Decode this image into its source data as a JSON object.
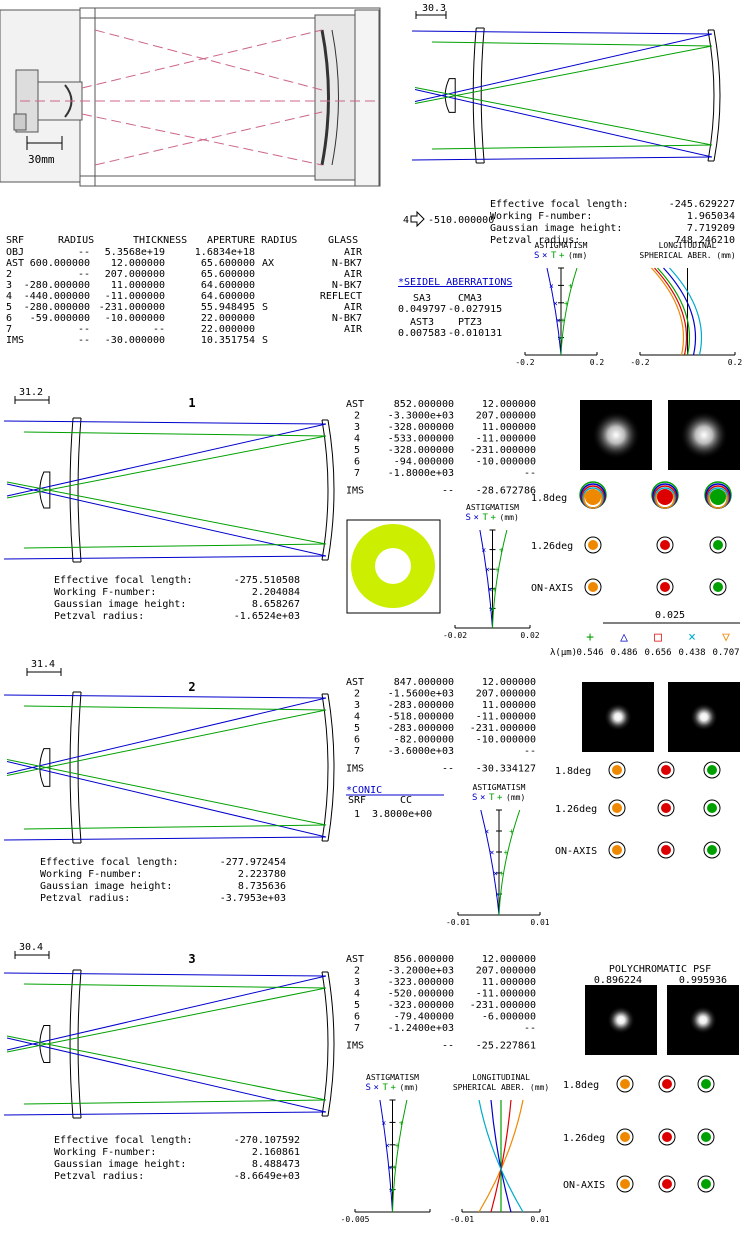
{
  "top": {
    "scale_label": "30mm",
    "ray_scale": "30.3",
    "object_arrow_value": "-510.000000",
    "object_arrow_num": "4",
    "summary": [
      {
        "label": "Effective focal length:",
        "value": "-245.629227"
      },
      {
        "label": "Working F-number:",
        "value": "1.965034"
      },
      {
        "label": "Gaussian image height:",
        "value": "7.719209"
      },
      {
        "label": "Petzval radius:",
        "value": "748.246210"
      }
    ],
    "table_header": [
      "SRF",
      "RADIUS",
      "THICKNESS",
      "APERTURE RADIUS",
      "GLASS"
    ],
    "table_rows": [
      [
        "OBJ",
        "--",
        "5.3568e+19",
        "1.6834e+18",
        "",
        "AIR"
      ],
      [
        "AST",
        "600.000000",
        "12.000000",
        "65.600000",
        "AX",
        "N-BK7"
      ],
      [
        "2",
        "--",
        "207.000000",
        "65.600000",
        "",
        "AIR"
      ],
      [
        "3",
        "-280.000000",
        "11.000000",
        "64.600000",
        "",
        "N-BK7"
      ],
      [
        "4",
        "-440.000000",
        "-11.000000",
        "64.600000",
        "",
        "REFLECT"
      ],
      [
        "5",
        "-280.000000",
        "-231.000000",
        "55.948495",
        "S",
        "AIR"
      ],
      [
        "6",
        "-59.000000",
        "-10.000000",
        "22.000000",
        "",
        "N-BK7"
      ],
      [
        "7",
        "--",
        "--",
        "22.000000",
        "",
        "AIR"
      ],
      [
        "IMS",
        "--",
        "-30.000000",
        "10.351754",
        "S",
        ""
      ]
    ],
    "seidel_title": "*SEIDEL ABERRATIONS",
    "seidel": [
      {
        "label": "SA3",
        "value": "0.049797"
      },
      {
        "label": "CMA3",
        "value": "-0.027915"
      },
      {
        "label": "AST3",
        "value": "0.007583"
      },
      {
        "label": "PTZ3",
        "value": "-0.010131"
      }
    ],
    "ast_title": "ASTIGMATISM",
    "ast_legend": [
      "S",
      "×",
      "T",
      "+",
      "(mm)"
    ],
    "ast_min": "-0.2",
    "ast_max": "0.2",
    "lsa_title1": "LONGITUDINAL",
    "lsa_title2": "SPHERICAL ABER. (mm)",
    "lsa_min": "-0.2",
    "lsa_max": "0.2"
  },
  "designs": [
    {
      "number": "1",
      "scale": "31.2",
      "rows": [
        [
          "AST",
          "852.000000",
          "12.000000"
        ],
        [
          "2",
          "-3.3000e+03",
          "207.000000"
        ],
        [
          "3",
          "-328.000000",
          "11.000000"
        ],
        [
          "4",
          "-533.000000",
          "-11.000000"
        ],
        [
          "5",
          "-328.000000",
          "-231.000000"
        ],
        [
          "6",
          "-94.000000",
          "-10.000000"
        ],
        [
          "7",
          "-1.8000e+03",
          "--"
        ],
        [
          "IMS",
          "--",
          "-28.672786"
        ]
      ],
      "summary": [
        {
          "label": "Effective focal length:",
          "value": "-275.510508"
        },
        {
          "label": "Working F-number:",
          "value": "2.204084"
        },
        {
          "label": "Gaussian image height:",
          "value": "8.658267"
        },
        {
          "label": "Petzval radius:",
          "value": "-1.6524e+03"
        }
      ],
      "ast_title": "ASTIGMATISM",
      "ast_min": "-0.02",
      "ast_max": "0.02",
      "spot_rows": [
        "1.8deg",
        "1.26deg",
        "ON-AXIS"
      ],
      "spot_scale": "0.025",
      "wavelength_label": "λ(μm)",
      "wavelengths": [
        "0.546",
        "0.486",
        "0.656",
        "0.438",
        "0.707"
      ]
    },
    {
      "number": "2",
      "scale": "31.4",
      "rows": [
        [
          "AST",
          "847.000000",
          "12.000000"
        ],
        [
          "2",
          "-1.5600e+03",
          "207.000000"
        ],
        [
          "3",
          "-283.000000",
          "11.000000"
        ],
        [
          "4",
          "-518.000000",
          "-11.000000"
        ],
        [
          "5",
          "-283.000000",
          "-231.000000"
        ],
        [
          "6",
          "-82.000000",
          "-10.000000"
        ],
        [
          "7",
          "-3.6000e+03",
          "--"
        ],
        [
          "IMS",
          "--",
          "-30.334127"
        ]
      ],
      "summary": [
        {
          "label": "Effective focal length:",
          "value": "-277.972454"
        },
        {
          "label": "Working F-number:",
          "value": "2.223780"
        },
        {
          "label": "Gaussian image height:",
          "value": "8.735636"
        },
        {
          "label": "Petzval radius:",
          "value": "-3.7953e+03"
        }
      ],
      "conic_title": "*CONIC",
      "conic_header": [
        "SRF",
        "CC"
      ],
      "conic_row": [
        "1",
        "3.8000e+00"
      ],
      "ast_title": "ASTIGMATISM",
      "ast_min": "-0.01",
      "ast_max": "0.01",
      "spot_rows": [
        "1.8deg",
        "1.26deg",
        "ON-AXIS"
      ]
    },
    {
      "number": "3",
      "scale": "30.4",
      "rows": [
        [
          "AST",
          "856.000000",
          "12.000000"
        ],
        [
          "2",
          "-3.2000e+03",
          "207.000000"
        ],
        [
          "3",
          "-323.000000",
          "11.000000"
        ],
        [
          "4",
          "-520.000000",
          "-11.000000"
        ],
        [
          "5",
          "-323.000000",
          "-231.000000"
        ],
        [
          "6",
          "-79.400000",
          "-6.000000"
        ],
        [
          "7",
          "-1.2400e+03",
          "--"
        ],
        [
          "IMS",
          "--",
          "-25.227861"
        ]
      ],
      "summary": [
        {
          "label": "Effective focal length:",
          "value": "-270.107592"
        },
        {
          "label": "Working F-number:",
          "value": "2.160861"
        },
        {
          "label": "Gaussian image height:",
          "value": "8.488473"
        },
        {
          "label": "Petzval radius:",
          "value": "-8.6649e+03"
        }
      ],
      "psf_title": "POLYCHROMATIC PSF",
      "psf_values": [
        "0.896224",
        "0.995936"
      ],
      "ast_title": "ASTIGMATISM",
      "ast_min": "-0.005",
      "lsa_title1": "LONGITUDINAL",
      "lsa_title2": "SPHERICAL ABER. (mm)",
      "lsa_min": "-0.01",
      "lsa_max": "0.01",
      "spot_rows": [
        "1.8deg",
        "1.26deg",
        "ON-AXIS"
      ]
    }
  ],
  "colors": {
    "marginal": "#0000cc",
    "chief": "#00a000",
    "w546": "#00a000",
    "w486": "#0000cc",
    "w656": "#dd0000",
    "w438": "#00aacc",
    "w707": "#ee8800",
    "donut": "#ccee00",
    "section_title": "#0000cc"
  }
}
